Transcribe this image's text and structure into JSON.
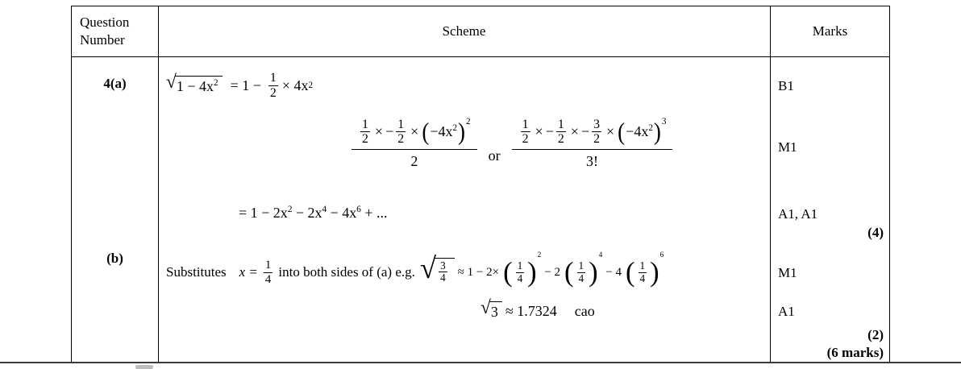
{
  "colors": {
    "border": "#000000",
    "background": "#ffffff"
  },
  "header": {
    "question_number": "Question\nNumber",
    "scheme": "Scheme",
    "marks": "Marks"
  },
  "symbols": {
    "lparen": "(",
    "rparen": ")",
    "times": "×",
    "minus": "−",
    "radical": "√",
    "or": "or"
  },
  "part_a": {
    "label": "4(a)",
    "half": {
      "num": "1",
      "den": "2"
    },
    "line1": {
      "radicand": "1 − 4x",
      "radicand_exp": "2",
      "mid": "= 1 −",
      "tail": "× 4x",
      "tail_exp": "2"
    },
    "frac_left": {
      "inner": "−4x",
      "inner_exp": "2",
      "outer_exp": "2",
      "den": "2"
    },
    "frac_right": {
      "three_num": "3",
      "three_den": "2",
      "inner": "−4x",
      "inner_exp": "2",
      "outer_exp": "3",
      "den": "3!"
    },
    "line3": {
      "p1": "= 1 − 2x",
      "e1": "2",
      "p2": " − 2x",
      "e2": "4",
      "p3": " − 4x",
      "e3": "6",
      "p4": " + ..."
    },
    "marks": {
      "b1": "B1",
      "m1": "M1",
      "a1": "A1, A1",
      "total": "(4)"
    }
  },
  "part_b": {
    "label": "(b)",
    "line1": {
      "pre": "Substitutes",
      "xeq": "x =",
      "quarter_num": "1",
      "quarter_den": "4",
      "mid": "into both sides of (a) e.g.",
      "sqrt_num": "3",
      "sqrt_den": "4",
      "approx": "≈ 1 − 2×",
      "exp2": "2",
      "minus2": "− 2",
      "exp4": "4",
      "minus4": "− 4",
      "exp6": "6"
    },
    "line2": {
      "radicand": "3",
      "value": "≈ 1.7324",
      "cao": "cao"
    },
    "marks": {
      "m1": "M1",
      "a1": "A1",
      "total": "(2)"
    }
  },
  "total_marks": "(6 marks)"
}
